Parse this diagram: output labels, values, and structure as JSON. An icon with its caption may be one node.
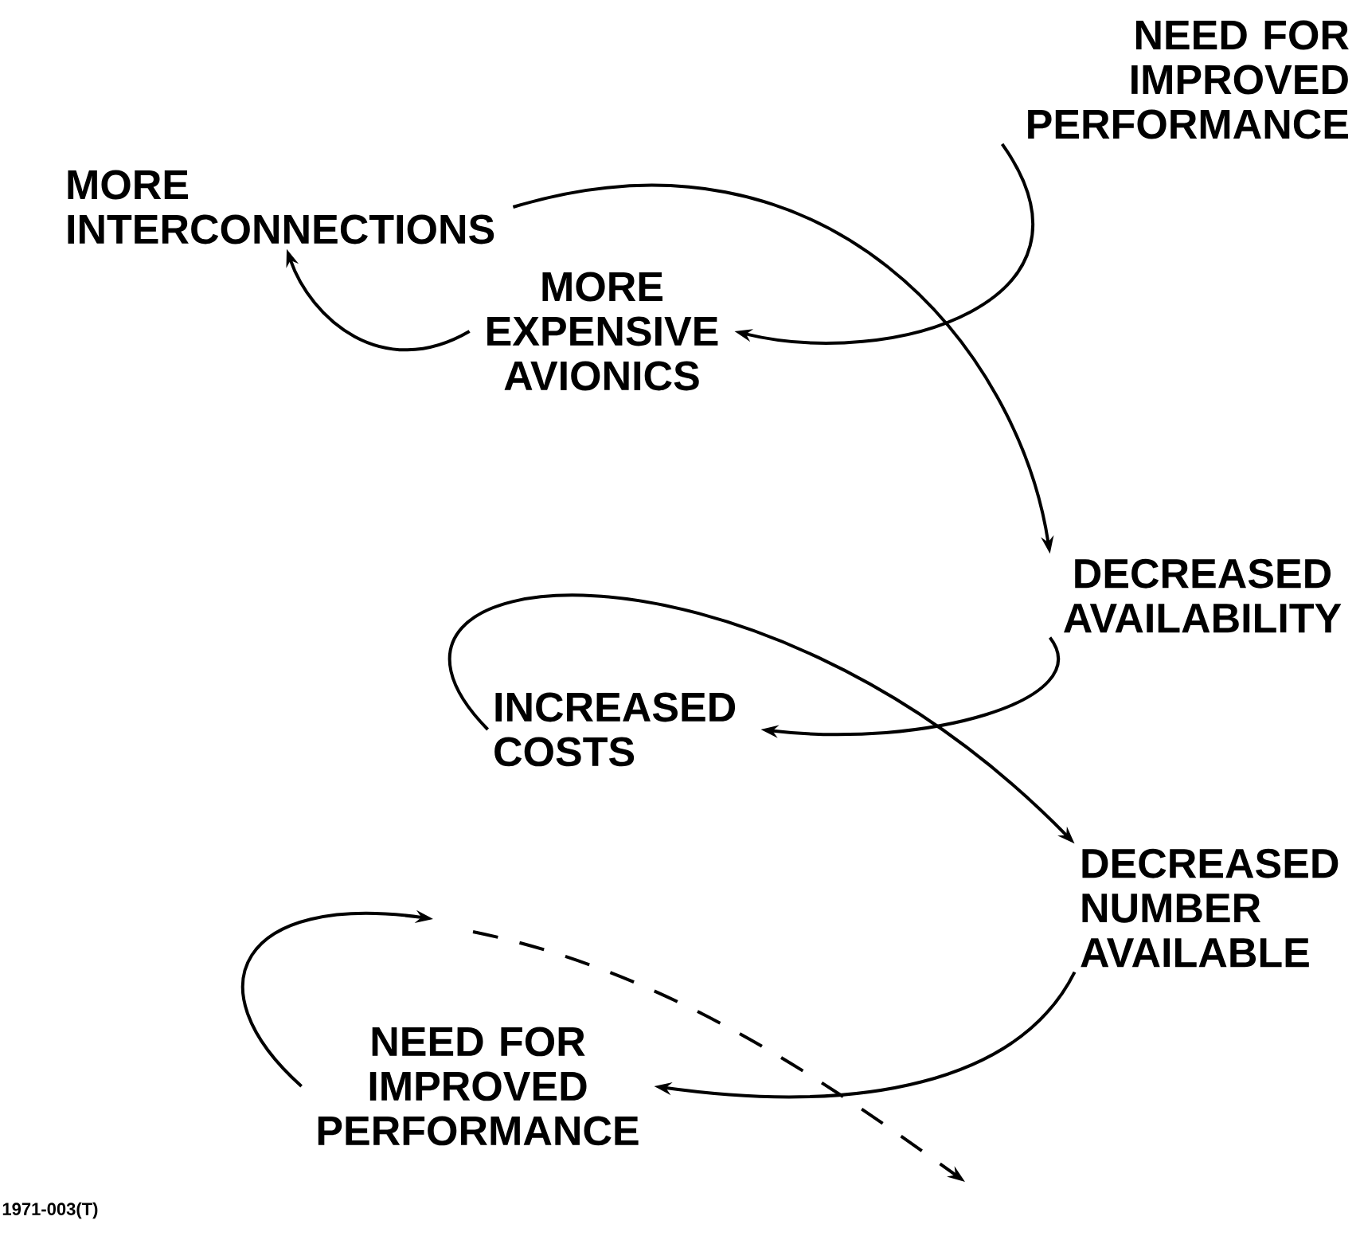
{
  "diagram": {
    "nodes": [
      {
        "text": [
          "NEED FOR IMPROVED PERFORMANCE"
        ]
      },
      {
        "text": [
          "MORE INTERCONNECTIONS"
        ]
      },
      {
        "text": [
          "MORE EXPENSIVE AVIONICS"
        ]
      },
      {
        "text": [
          "DECREASED AVAILABILITY"
        ]
      },
      {
        "text": [
          "INCREASED COSTS"
        ]
      },
      {
        "text": [
          "DECREASED NUMBER AVAILABLE"
        ]
      },
      {
        "text": [
          "NEED FOR IMPROVED PERFORMANCE"
        ]
      }
    ],
    "edges": [
      {
        "from": 0,
        "to": 2,
        "arrow": "to"
      },
      {
        "from": 2,
        "to": 1,
        "arrow": "to"
      },
      {
        "from": 1,
        "to": 3,
        "arrow": "to"
      },
      {
        "from": 3,
        "to": 4,
        "arrow": "to"
      },
      {
        "from": 4,
        "to": 5,
        "arrow": "to"
      },
      {
        "from": 5,
        "to": 6,
        "arrow": "to"
      },
      {
        "from": 6,
        "to": null,
        "arrow": "to"
      }
    ],
    "labels": [
      "1971-003(T)"
    ]
  }
}
